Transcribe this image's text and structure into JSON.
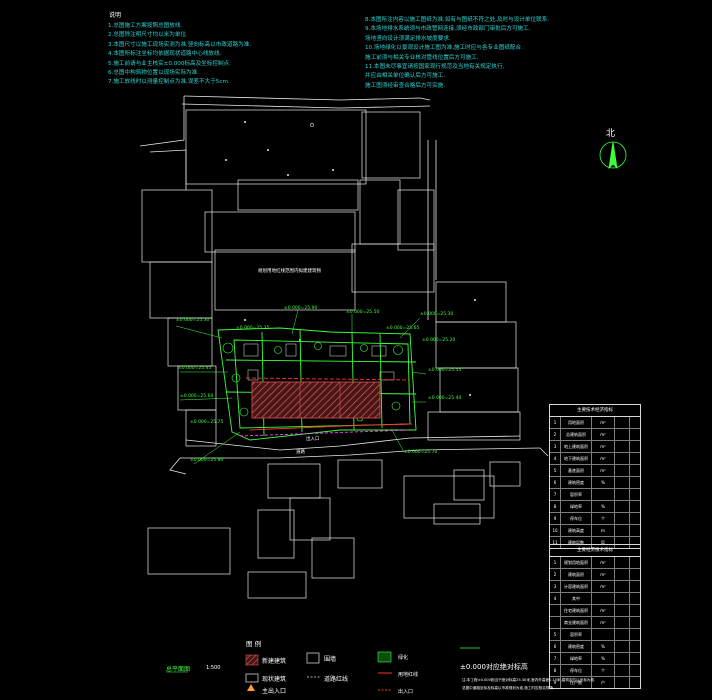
{
  "notes": {
    "heading": "说明",
    "left": [
      "1.总图施工方案按照总图放线.",
      "2.总图除注明尺寸均以米为单位.",
      "3.本图尺寸以施工现场实测为准,竖向标高以市政道路为准.",
      "4.本图所标注坐标均依据现状道路中心线放线.",
      "5.施工前请与业主核实±0.000标高及坐标控制点.",
      "6.总图中构筑物位置以现场实际为准.",
      "7.施工放线时以测量控制点为准,误差不大于5cm."
    ],
    "right": [
      "8.本图所注内容以施工图纸为准,如有与图纸不符之处,及时与设计单位联系.",
      "9.本场地排水系统须与市政管网连接,须经市政部门审批后方可施工.",
      "  场地竖向设计须满足排水坡度要求.",
      "10.场地绿化以景观设计施工图为准,施工时应与各专业图纸配合.",
      "  施工前须与相关专业核对管线位置后方可施工.",
      "11.本图未尽事宜请按国家现行规范及当地有关规定执行,",
      "  并应由相关单位确认后方可施工.",
      "  施工图须经审查合格后方可实施."
    ]
  },
  "north_label": "北",
  "labels": {
    "site": "规划用地红线范围内拟建建筑物",
    "road": "道路",
    "gate": "出入口"
  },
  "site_green_labels": [
    "±0.000=25.30",
    "±0.000=25.45",
    "±0.000=25.60",
    "±0.000=25.80",
    "±0.000=25.30",
    "±0.000=25.55",
    "±0.000=25.40",
    "±0.000=25.70",
    "±0.000=25.90",
    "±0.000=25.50",
    "±0.000=25.35",
    "±0.000=25.65",
    "±0.000=25.20",
    "±0.000=25.75"
  ],
  "table_top": {
    "title": "主要技术经济指标",
    "rows": [
      [
        "1",
        "用地面积",
        "m²",
        "",
        ""
      ],
      [
        "2",
        "总建筑面积",
        "m²",
        "",
        ""
      ],
      [
        "3",
        "地上建筑面积",
        "m²",
        "",
        ""
      ],
      [
        "4",
        "地下建筑面积",
        "m²",
        "",
        ""
      ],
      [
        "5",
        "基底面积",
        "m²",
        "",
        ""
      ],
      [
        "6",
        "建筑密度",
        "%",
        "",
        ""
      ],
      [
        "7",
        "容积率",
        "",
        "",
        ""
      ],
      [
        "8",
        "绿地率",
        "%",
        "",
        ""
      ],
      [
        "9",
        "停车位",
        "个",
        "",
        ""
      ],
      [
        "10",
        "建筑高度",
        "m",
        "",
        ""
      ],
      [
        "11",
        "建筑层数",
        "层",
        "",
        ""
      ]
    ]
  },
  "table_bottom": {
    "title": "主要经济技术指标",
    "rows": [
      [
        "1",
        "规划用地面积",
        "m²",
        "",
        ""
      ],
      [
        "2",
        "建筑面积",
        "m²",
        "",
        ""
      ],
      [
        "3",
        "计容建筑面积",
        "m²",
        "",
        ""
      ],
      [
        "4",
        "其中",
        "",
        "",
        ""
      ],
      [
        "",
        "住宅建筑面积",
        "m²",
        "",
        ""
      ],
      [
        "",
        "商业建筑面积",
        "m²",
        "",
        ""
      ],
      [
        "5",
        "容积率",
        "",
        "",
        ""
      ],
      [
        "6",
        "建筑密度",
        "%",
        "",
        ""
      ],
      [
        "7",
        "绿地率",
        "%",
        "",
        ""
      ],
      [
        "8",
        "停车位",
        "个",
        "",
        ""
      ],
      [
        "9",
        "住户数",
        "户",
        "",
        ""
      ]
    ]
  },
  "legend": {
    "title": "图 例",
    "items": [
      "新建建筑",
      "现状建筑",
      "围墙",
      "道路红线",
      "绿化",
      "用地红线",
      "出入口"
    ],
    "scale_label": "总平面图",
    "scale_value": "1:500",
    "entrance_label": "主出入口",
    "elevation_note": "±0.000对应绝对标高",
    "footnote_1": "注:本工程±0.000相当于绝对标高25.30米,室内外高差0.15米,建筑定位以坐标为准.",
    "footnote_2": "总图中道路坐标及标高以市政规划为准,施工时应核实现场."
  },
  "colors": {
    "background": "#000000",
    "notes": "#2fd3d3",
    "existing": "#ffffff",
    "site": "#3cff3c",
    "redline": "#ff3030",
    "hatch": "#c84a4a",
    "cyan": "#38e0ff"
  }
}
